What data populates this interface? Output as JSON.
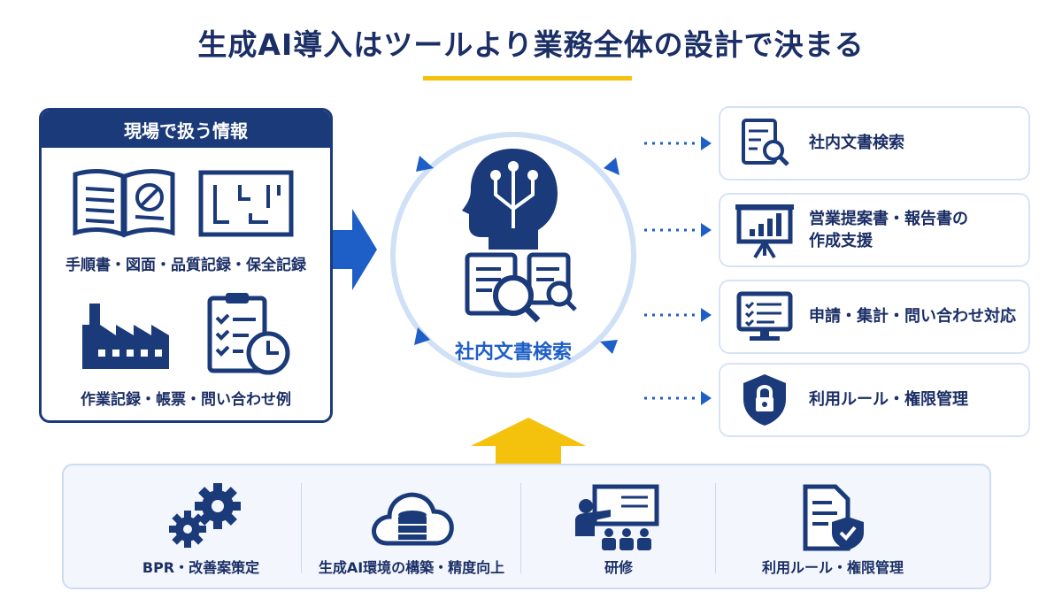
{
  "title": "生成AI導入はツールより業務全体の設計で決まる",
  "colors": {
    "navy": "#1b3a7a",
    "blue": "#1e5fc7",
    "accent_yellow": "#f4c20d",
    "light_blue": "#cfe0f7"
  },
  "left_panel": {
    "header": "現場で扱う情報",
    "captions": [
      "手順書・図面・品質記録・保全記録",
      "作業記録・帳票・問い合わせ例"
    ],
    "icons": [
      "manual-book-icon",
      "floor-plan-icon",
      "factory-icon",
      "checklist-clock-icon"
    ]
  },
  "center": {
    "label": "社内文書検索",
    "icons": [
      "ai-head-icon",
      "document-search-icon"
    ]
  },
  "right_items": [
    {
      "label": "社内文書検索",
      "icon": "document-search-icon"
    },
    {
      "label": "営業提案書・報告書の\n作成支援",
      "icon": "presentation-chart-icon"
    },
    {
      "label": "申請・集計・問い合わせ対応",
      "icon": "monitor-checklist-icon"
    },
    {
      "label": "利用ルール・権限管理",
      "icon": "lock-shield-icon"
    }
  ],
  "bottom_items": [
    {
      "label": "BPR・改善案策定",
      "icon": "gears-icon"
    },
    {
      "label": "生成AI環境の構築・精度向上",
      "icon": "cloud-database-icon"
    },
    {
      "label": "研修",
      "icon": "training-icon"
    },
    {
      "label": "利用ルール・権限管理",
      "icon": "document-shield-icon"
    }
  ]
}
